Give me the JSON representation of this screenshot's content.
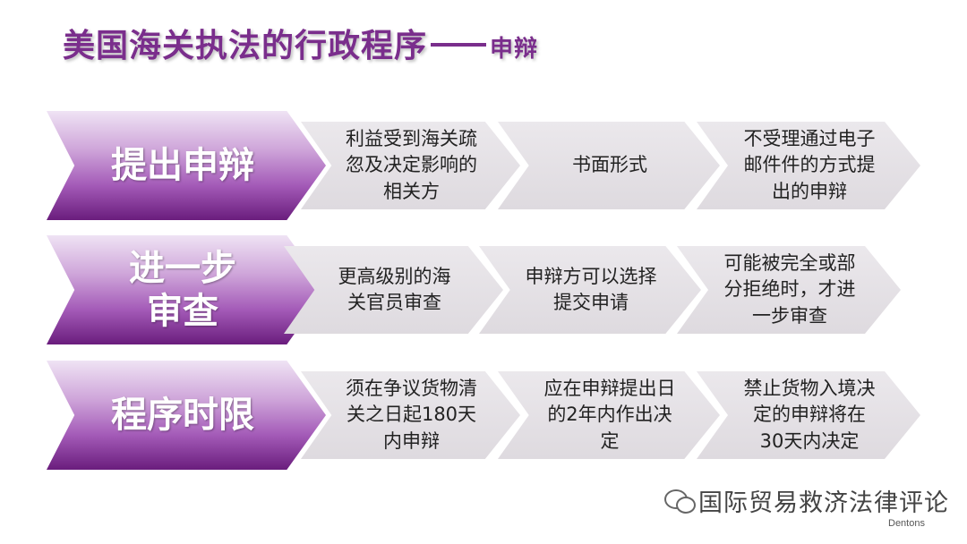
{
  "title": {
    "main": "美国海关执法的行政程序",
    "sub": "申辩"
  },
  "rows": [
    {
      "head": "提出申辩",
      "steps": [
        "利益受到海关疏忽及决定影响的相关方",
        "书面形式",
        "不受理通过电子邮件件的方式提出的申辩"
      ]
    },
    {
      "head": "进一步审查",
      "steps": [
        "更高级别的海关官员审查",
        "申辩方可以选择提交申请",
        "可能被完全或部分拒绝时，才进一步审查"
      ]
    },
    {
      "head": "程序时限",
      "steps": [
        "须在争议货物清关之日起180天内申辩",
        "应在申辩提出日的2年内作出决定",
        "禁止货物入境决定的申辩将在30天内决定"
      ]
    }
  ],
  "watermark": "国际贸易救济法律评论",
  "brand": "Dentons",
  "icons": {
    "watermark_icon": "wechat-icon"
  },
  "colors": {
    "title": "#7a2e8c",
    "head_dark": "#6a1d7d",
    "head_light": "#efe3f4",
    "step_bg": "#e6e2e7"
  }
}
